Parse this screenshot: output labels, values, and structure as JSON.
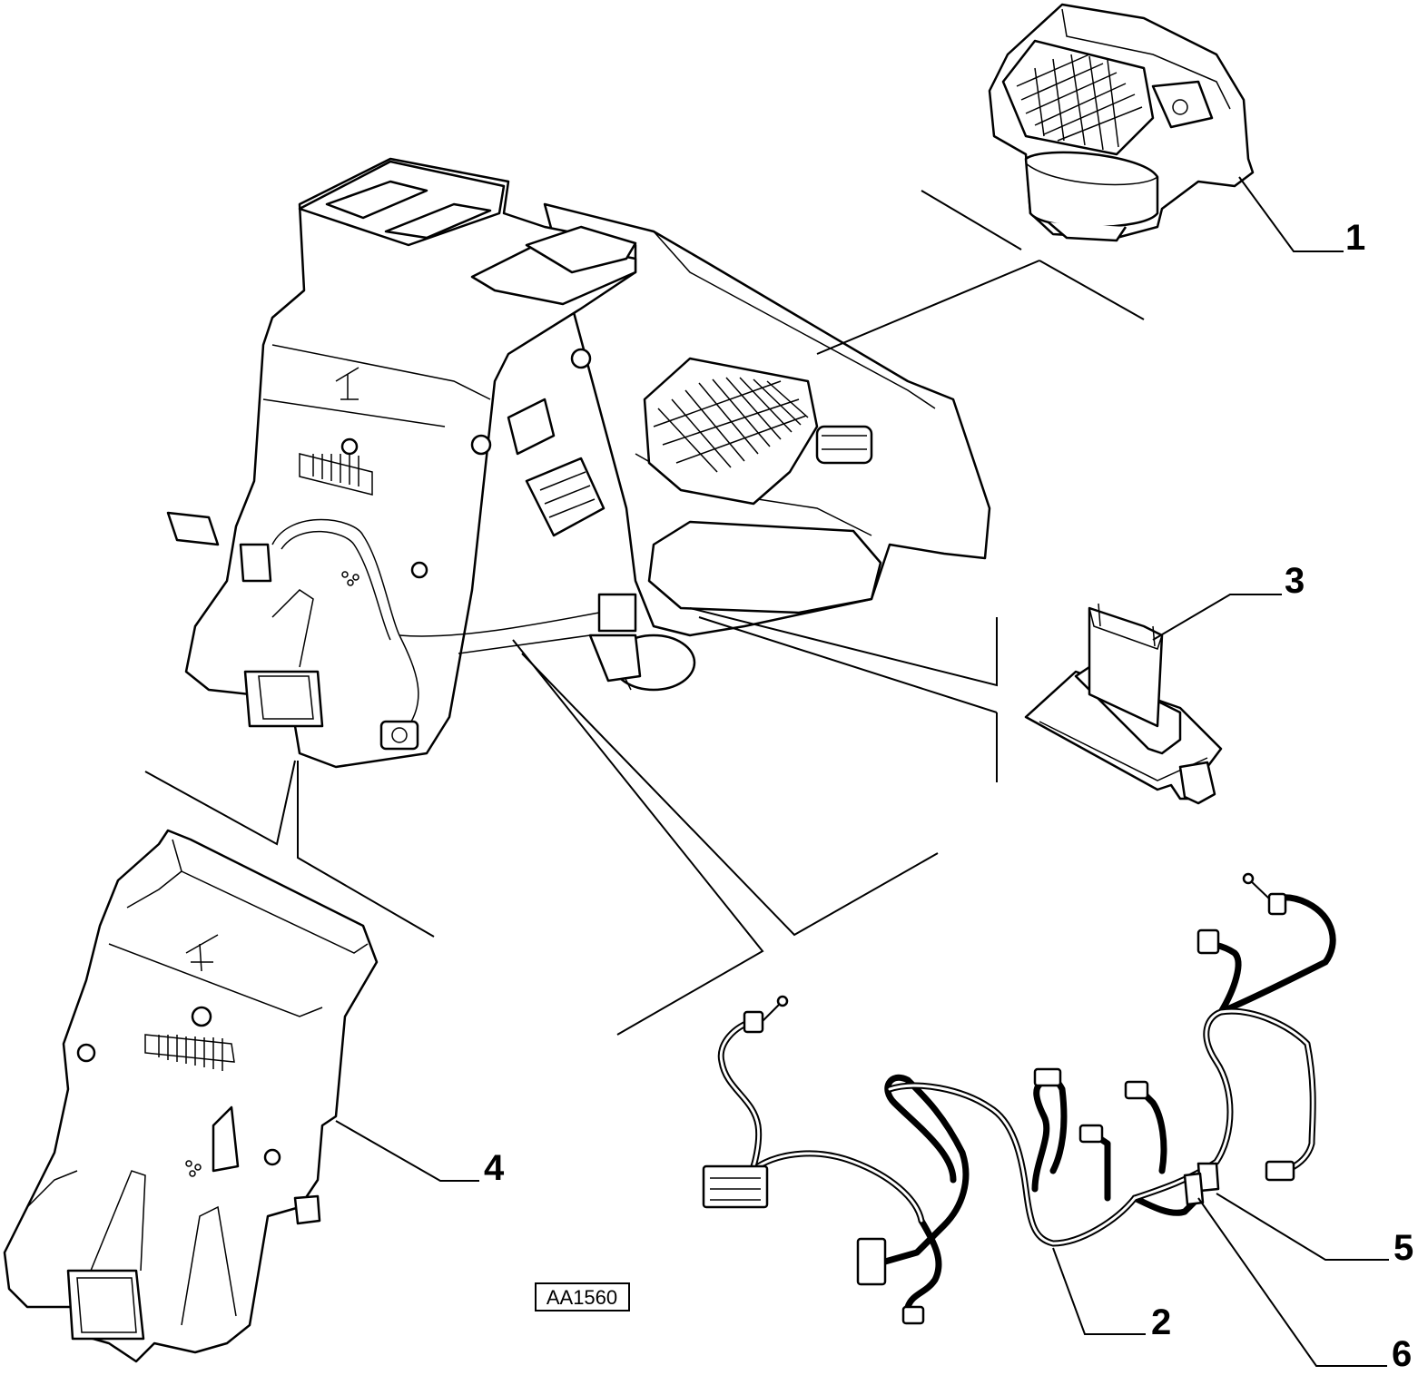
{
  "callouts": [
    {
      "id": "1",
      "label": "1"
    },
    {
      "id": "2",
      "label": "2"
    },
    {
      "id": "3",
      "label": "3"
    },
    {
      "id": "4",
      "label": "4"
    },
    {
      "id": "5",
      "label": "5"
    },
    {
      "id": "6",
      "label": "6"
    }
  ],
  "reference_code": "AA1560",
  "icons": {
    "main_assembly": "hvac-unit-icon",
    "part_1": "blower-motor-icon",
    "part_2": "wiring-harness-icon",
    "part_3": "resistor-module-icon",
    "part_4": "heater-housing-icon",
    "part_5": "connector-clip-icon",
    "part_6": "connector-bracket-icon"
  },
  "colors": {
    "line": "#000000",
    "background": "#ffffff"
  }
}
